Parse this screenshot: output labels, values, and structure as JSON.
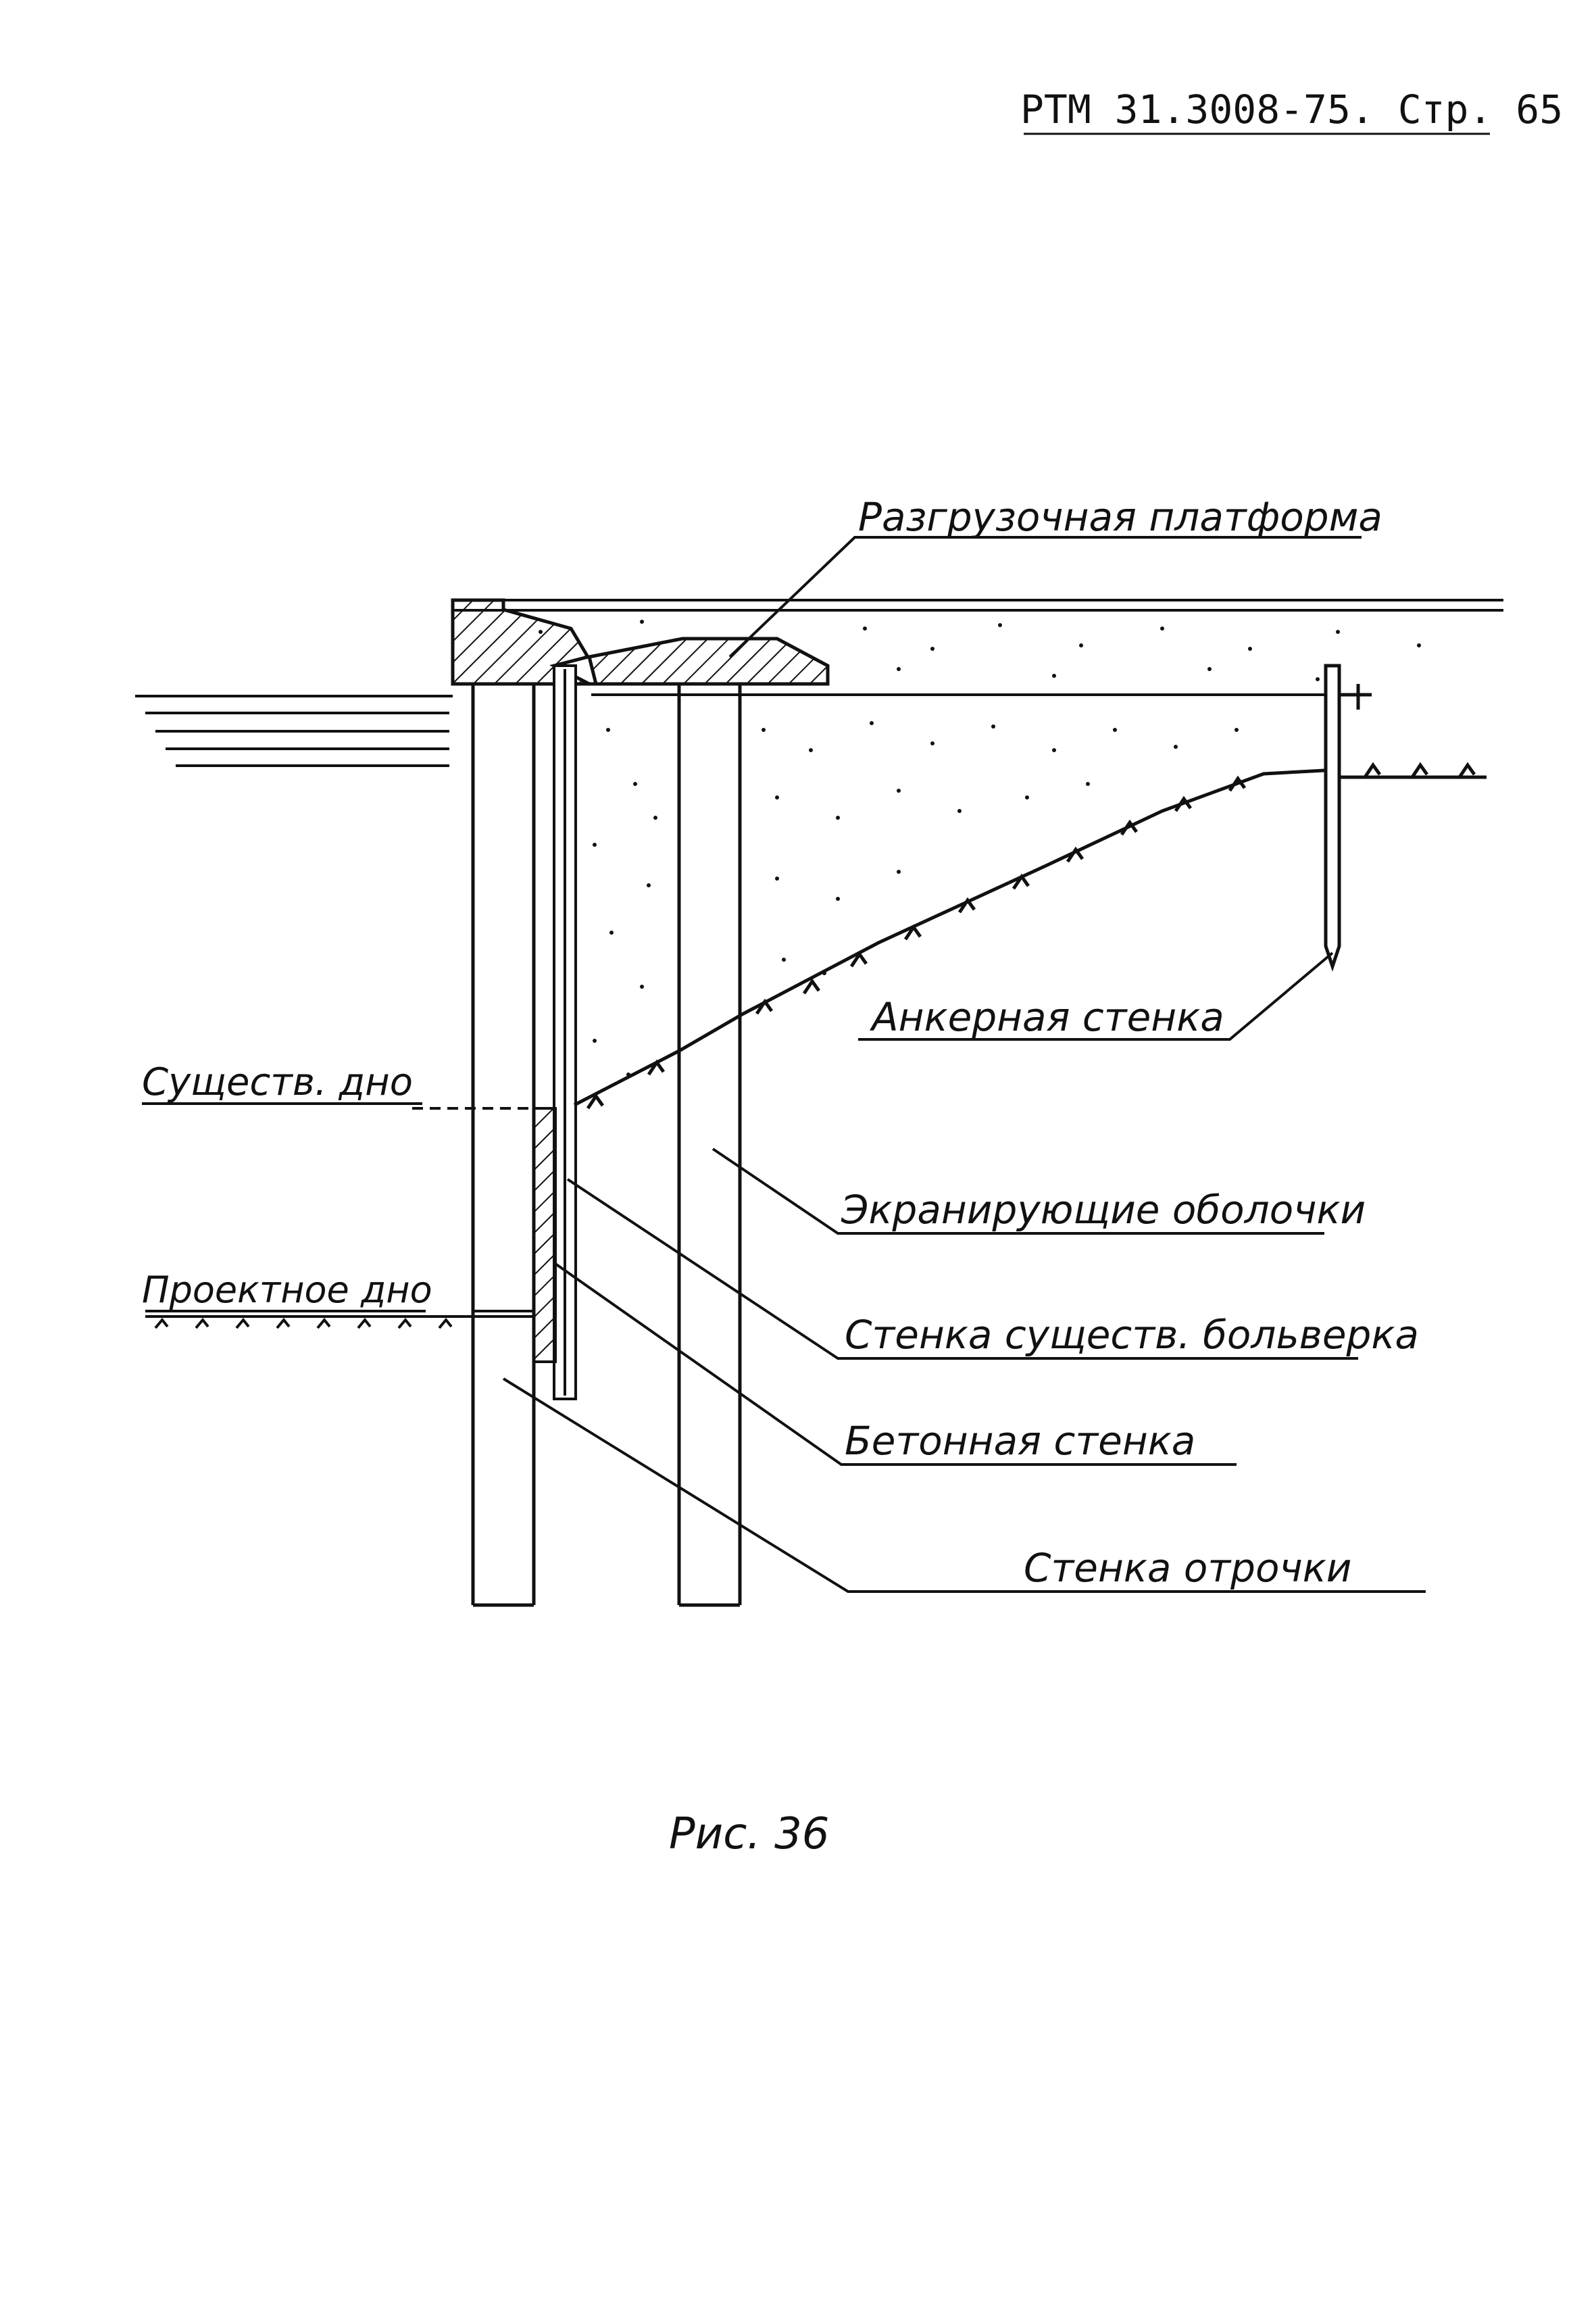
{
  "header": {
    "doc_code": "РТМ 31.3008-75. Стр. 65"
  },
  "labels": {
    "unloading_platform": "Разгрузочная платформа",
    "anchor_wall": "Анкерная стенка",
    "existing_bottom": "Существ. дно",
    "design_bottom": "Проектное дно",
    "screening_shells": "Экранирующие оболочки",
    "existing_bulkhead_wall": "Стенка существ. больверка",
    "concrete_wall": "Бетонная стенка",
    "trench_wall": "Стенка отрочки"
  },
  "caption": "Рис. 36",
  "colors": {
    "ink": "#111111",
    "paper": "#ffffff"
  }
}
